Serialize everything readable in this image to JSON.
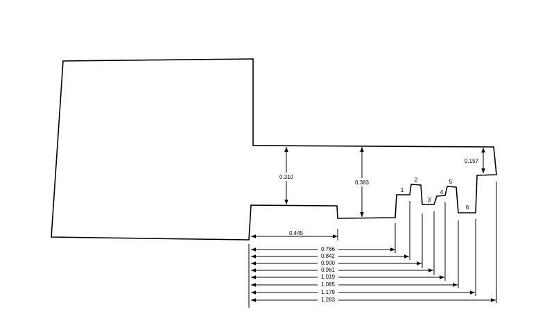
{
  "vertical_dimensions": [
    {
      "id": "gap-left",
      "value": "0.310"
    },
    {
      "id": "gap-middle",
      "value": "0.383"
    },
    {
      "id": "gap-right",
      "value": "0.157"
    }
  ],
  "horizontal_dimensions": [
    {
      "id": "h-0445",
      "value": "0.445"
    },
    {
      "id": "h-0766",
      "value": "0.766"
    },
    {
      "id": "h-0842",
      "value": "0.842"
    },
    {
      "id": "h-0900",
      "value": "0.900"
    },
    {
      "id": "h-0961",
      "value": "0.961"
    },
    {
      "id": "h-1019",
      "value": "1.019"
    },
    {
      "id": "h-1085",
      "value": "1.085"
    },
    {
      "id": "h-1179",
      "value": "1.179"
    },
    {
      "id": "h-1283",
      "value": "1.283"
    }
  ],
  "step_labels": [
    "1",
    "2",
    "3",
    "4",
    "5",
    "6"
  ]
}
